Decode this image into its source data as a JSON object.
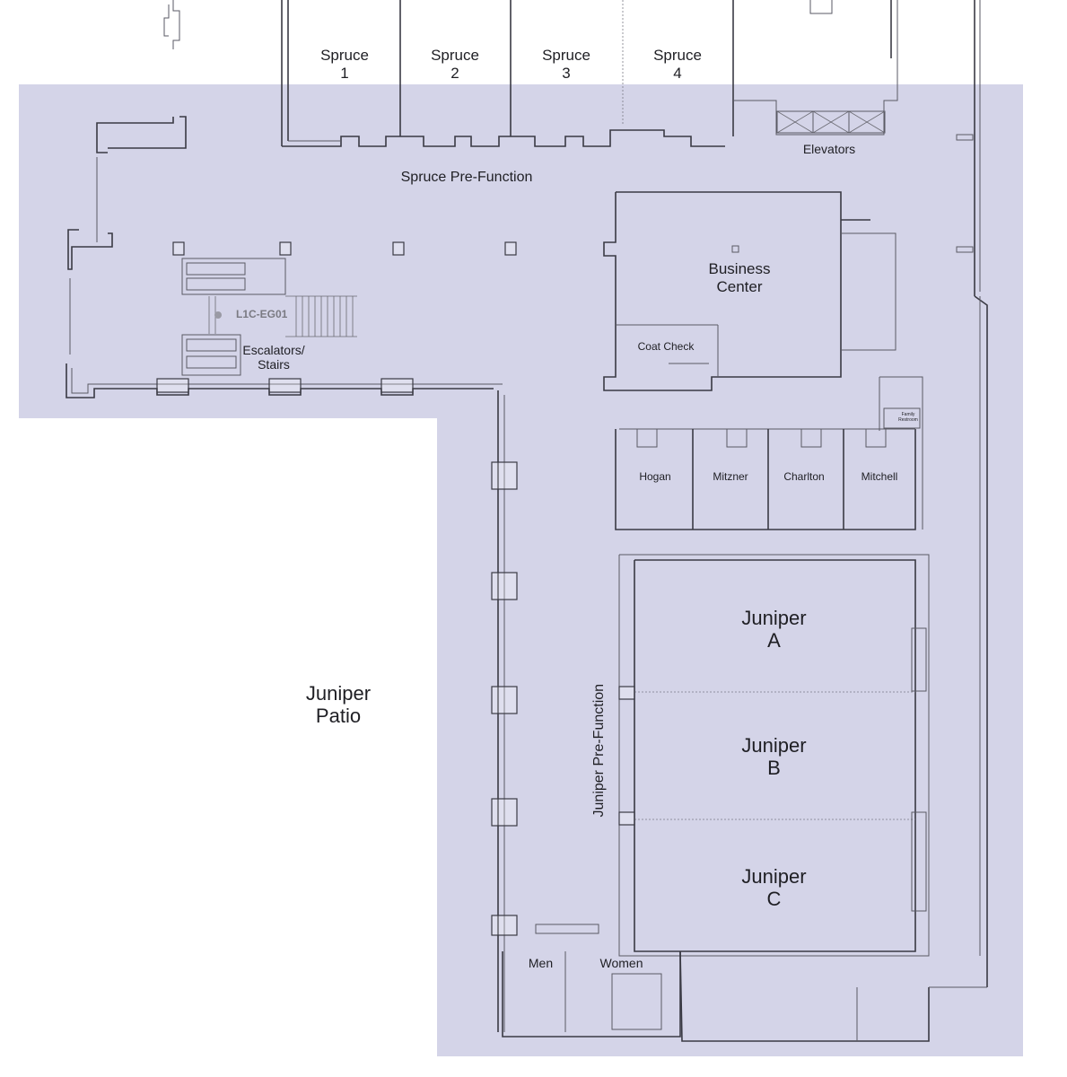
{
  "colors": {
    "highlight": "#d4d4e8",
    "background": "#ffffff",
    "walls": "#3a3a44",
    "text": "#1f1f24",
    "marker": "#9a9aa4"
  },
  "rooms": {
    "spruce_1": "Spruce\n1",
    "spruce_2": "Spruce\n2",
    "spruce_3": "Spruce\n3",
    "spruce_4": "Spruce\n4",
    "elevators": "Elevators",
    "spruce_prefunction": "Spruce Pre-Function",
    "business_center": "Business\nCenter",
    "coat_check": "Coat Check",
    "escalators_stairs": "Escalators/\nStairs",
    "hogan": "Hogan",
    "mitzner": "Mitzner",
    "charlton": "Charlton",
    "mitchell": "Mitchell",
    "family_restroom": "Family\nRestroom",
    "juniper_a": "Juniper\nA",
    "juniper_b": "Juniper\nB",
    "juniper_c": "Juniper\nC",
    "juniper_prefunction": "Juniper Pre-Function",
    "juniper_patio": "Juniper\nPatio",
    "men": "Men",
    "women": "Women"
  },
  "location_marker": {
    "code": "L1C-EG01"
  }
}
